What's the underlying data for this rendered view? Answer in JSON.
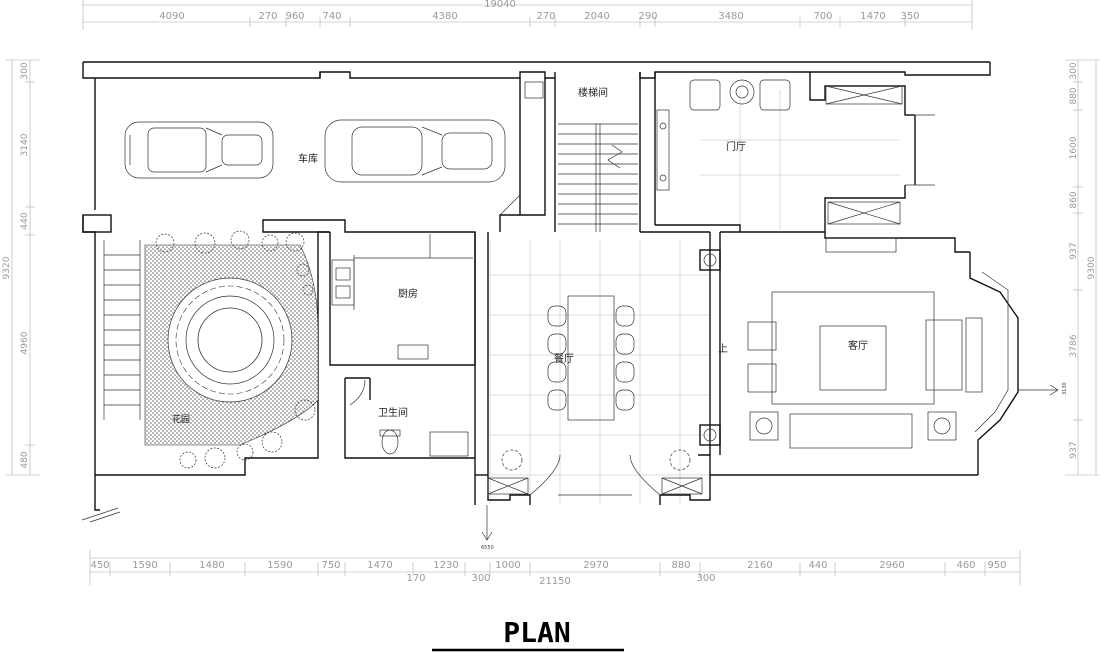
{
  "title": "PLAN",
  "top_dimensions": {
    "total": "19040",
    "segments": [
      "4090",
      "270",
      "960",
      "740",
      "4380",
      "270",
      "2040",
      "290",
      "3480",
      "700",
      "1470",
      "350"
    ]
  },
  "bottom_dimensions": {
    "total": "21150",
    "segments": [
      "450",
      "1590",
      "1480",
      "1590",
      "750",
      "1470",
      "1230",
      "1000",
      "2970",
      "880",
      "2160",
      "440",
      "2960",
      "460",
      "950"
    ],
    "sub_labels": [
      "170",
      "300",
      "300"
    ]
  },
  "left_dimensions": {
    "total": "9320",
    "segments": [
      "300",
      "3140",
      "440",
      "4960",
      "480"
    ]
  },
  "right_dimensions": {
    "total": "9300",
    "segments": [
      "300",
      "880",
      "1600",
      "860",
      "937",
      "3786",
      "937"
    ]
  },
  "rooms": {
    "garage": "车库",
    "stairwell": "楼梯间",
    "foyer": "门厅",
    "kitchen": "厨房",
    "dining": "餐厅",
    "living": "客厅",
    "bathroom": "卫生间",
    "garden": "花园",
    "up_label": "上"
  },
  "markers": {
    "south_exit": "6550",
    "east_exit": "3130"
  }
}
